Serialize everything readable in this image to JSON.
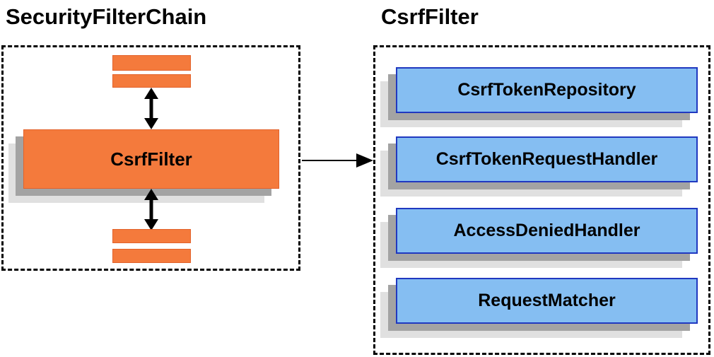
{
  "titles": {
    "left": "SecurityFilterChain",
    "right": "CsrfFilter"
  },
  "left_panel": {
    "filter_label": "CsrfFilter"
  },
  "right_panel": {
    "components": [
      {
        "label": "CsrfTokenRepository"
      },
      {
        "label": "CsrfTokenRequestHandler"
      },
      {
        "label": "AccessDeniedHandler"
      },
      {
        "label": "RequestMatcher"
      }
    ]
  },
  "colors": {
    "filter_orange": "#F47A3C",
    "filter_orange_border": "#E2622B",
    "component_blue": "#85BEF2",
    "component_blue_border": "#2038C0",
    "shadow_dark": "#A3A3A3",
    "shadow_light": "#E0E0E0",
    "dashed_border": "#000000",
    "text": "#000000"
  }
}
